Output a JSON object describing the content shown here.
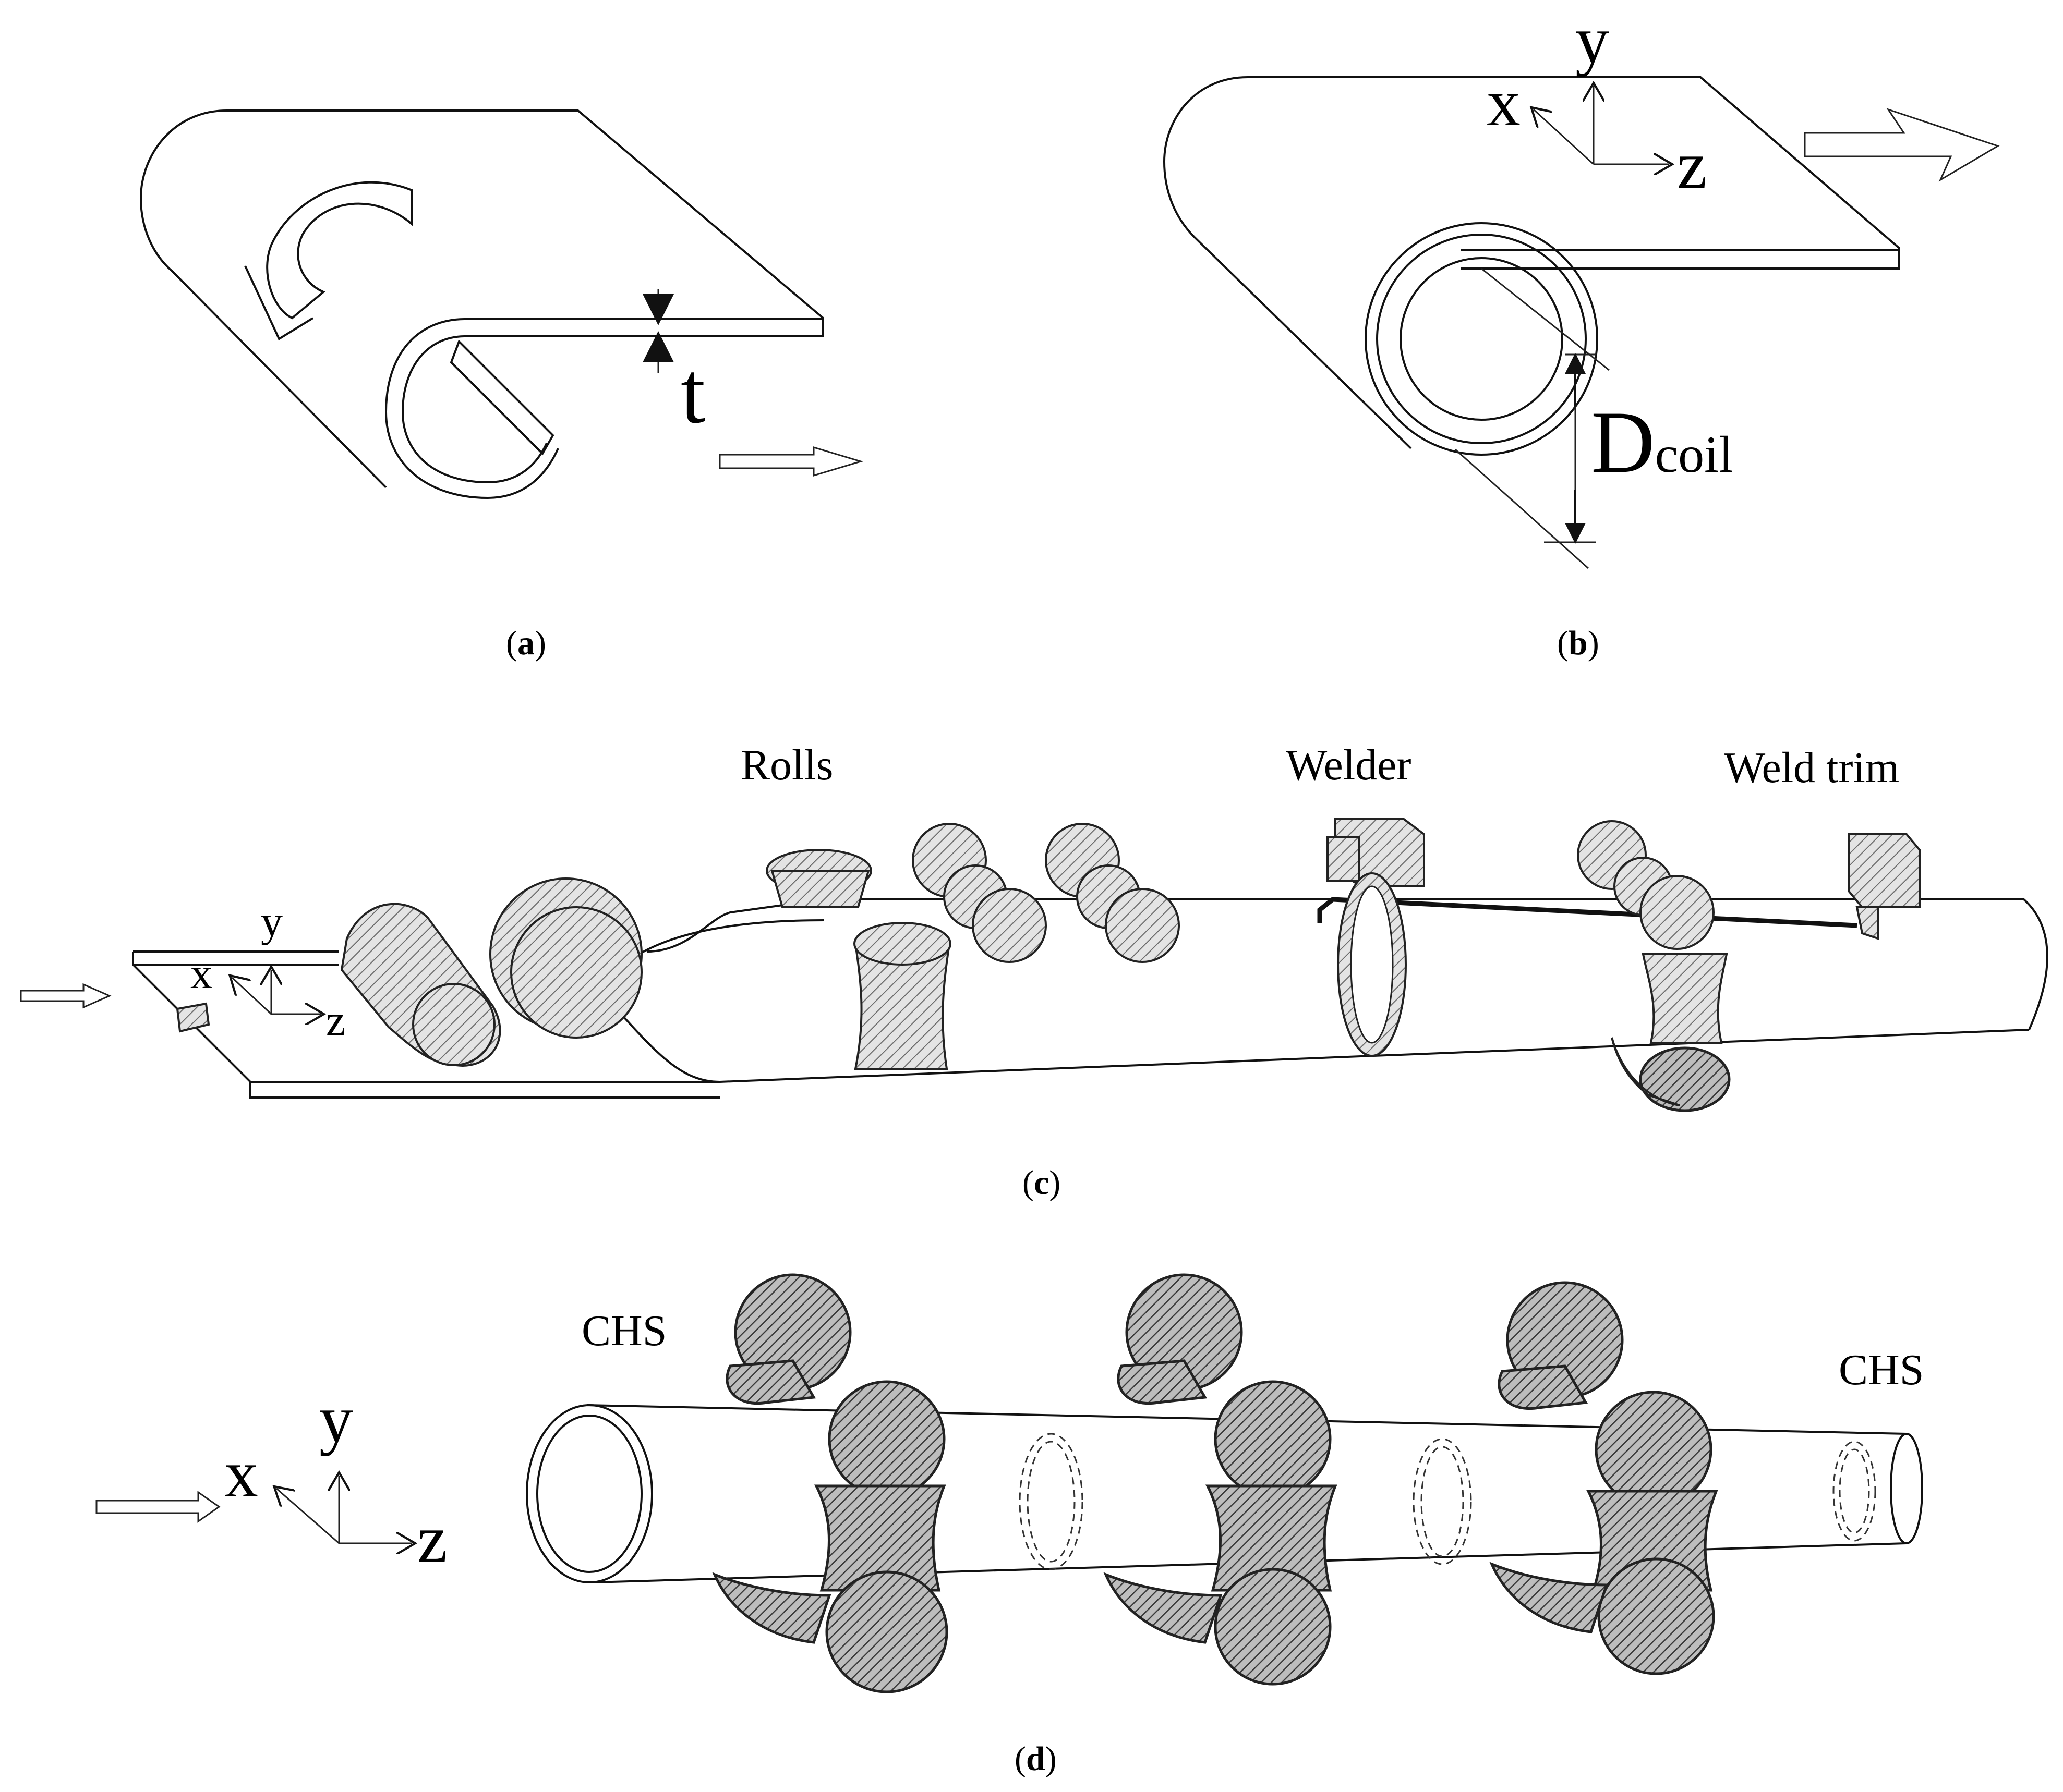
{
  "panels": {
    "a": {
      "caption_open": "(",
      "caption_letter": "a",
      "caption_close": ")",
      "thickness_label": "t"
    },
    "b": {
      "caption_open": "(",
      "caption_letter": "b",
      "caption_close": ")",
      "axis_x": "x",
      "axis_y": "y",
      "axis_z": "z",
      "diameter_label_main": "D",
      "diameter_label_sub": "coil"
    },
    "c": {
      "caption_open": "(",
      "caption_letter": "c",
      "caption_close": ")",
      "axis_x": "x",
      "axis_y": "y",
      "axis_z": "z",
      "label_rolls": "Rolls",
      "label_welder": "Welder",
      "label_weld_trim": "Weld trim"
    },
    "d": {
      "caption_open": "(",
      "caption_letter": "d",
      "caption_close": ")",
      "axis_x": "x",
      "axis_y": "y",
      "axis_z": "z",
      "label_chs_left": "CHS",
      "label_chs_right": "CHS"
    }
  },
  "colors": {
    "line": "#111111",
    "hatch_light": "#8a8a8a",
    "hatch_dark": "#555555",
    "arrow_outline": "#777777"
  }
}
